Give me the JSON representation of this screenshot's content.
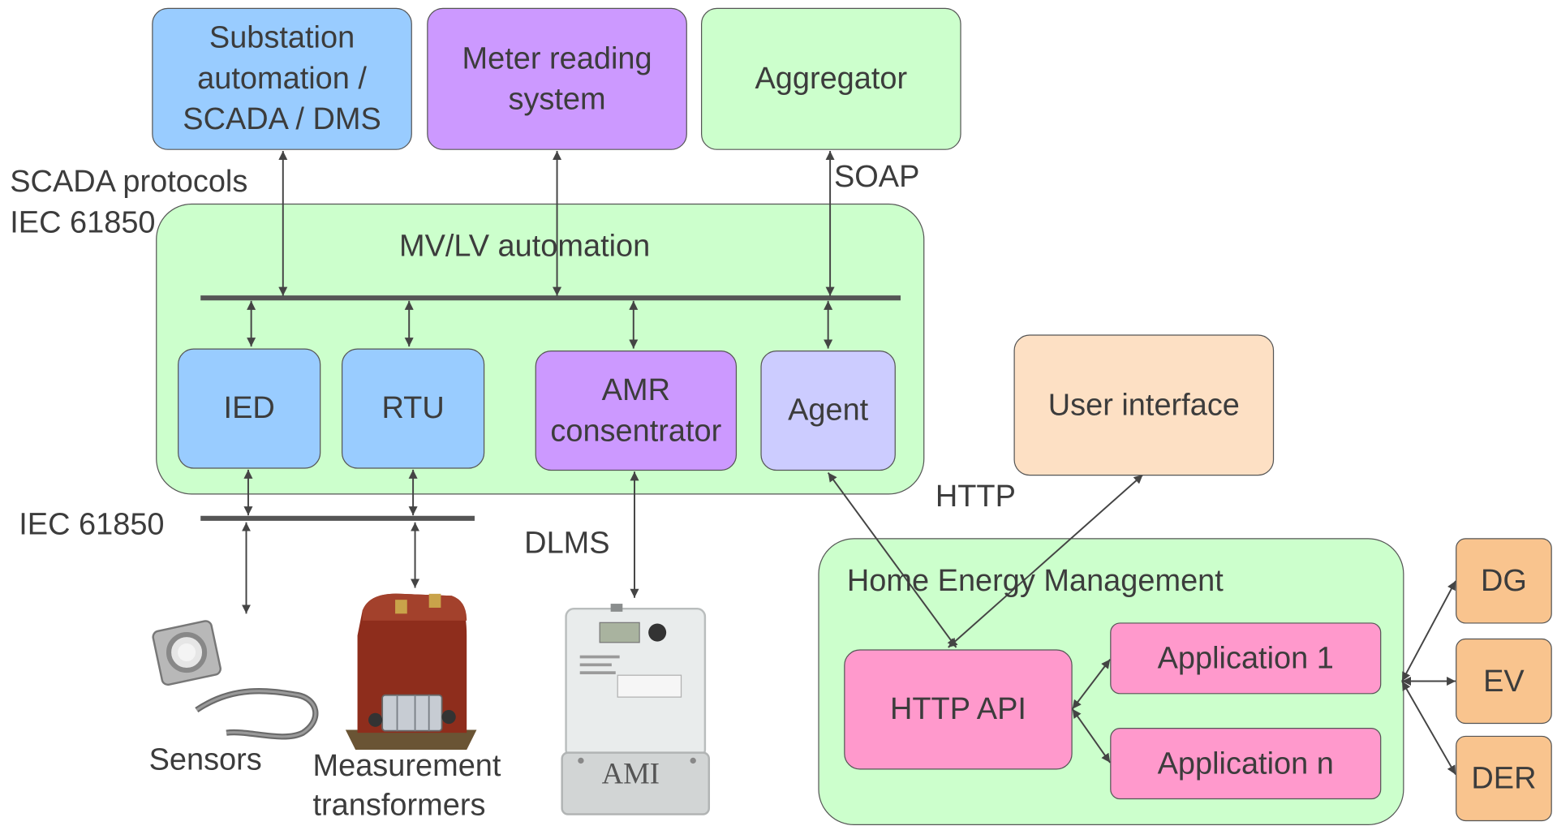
{
  "top_systems": {
    "substation": "Substation\nautomation /\nSCADA / DMS",
    "meter_reading": "Meter reading\nsystem",
    "aggregator": "Aggregator"
  },
  "protocols": {
    "scada": "SCADA protocols\nIEC 61850",
    "soap": "SOAP",
    "iec_bus": "IEC 61850",
    "dlms": "DLMS",
    "http": "HTTP"
  },
  "mvlv": {
    "title": "MV/LV automation",
    "ied": "IED",
    "rtu": "RTU",
    "amr": "AMR\nconsentrator",
    "agent": "Agent"
  },
  "user_interface": "User interface",
  "hem": {
    "title": "Home Energy Management",
    "http_api": "HTTP API",
    "app1": "Application 1",
    "appn": "Application n"
  },
  "devices": {
    "dg": "DG",
    "ev": "EV",
    "der": "DER"
  },
  "field": {
    "sensors": "Sensors",
    "transformers": "Measurement\ntransformers",
    "ami": "AMI"
  },
  "colors": {
    "scada_blue": "#99ccff",
    "meter_purple": "#cc99ff",
    "automation_green": "#ccffcc",
    "agent_lavender": "#ccccff",
    "ui_peach": "#fde0c4",
    "hem_pink": "#ff99cc",
    "device_orange": "#f9c48e"
  }
}
